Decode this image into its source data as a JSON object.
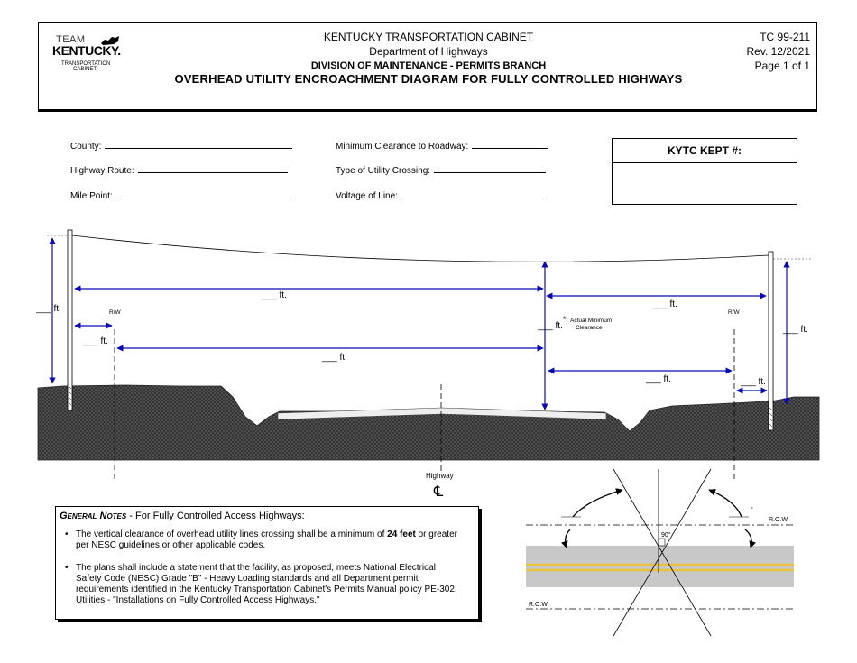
{
  "header": {
    "logo_team": "TEAM",
    "logo_kentucky": "KENTUCKY.",
    "logo_sub1": "TRANSPORTATION",
    "logo_sub2": "CABINET",
    "agency": "KENTUCKY TRANSPORTATION CABINET",
    "department": "Department of Highways",
    "division": "DIVISION OF MAINTENANCE - PERMITS BRANCH",
    "form_number": "TC 99-211",
    "revision": "Rev. 12/2021",
    "page": "Page 1 of 1",
    "title": "OVERHEAD UTILITY ENCROACHMENT DIAGRAM FOR FULLY CONTROLLED HIGHWAYS"
  },
  "fields": {
    "county": "County:",
    "highway_route": "Highway Route:",
    "mile_point": "Mile Point:",
    "min_clearance": "Minimum Clearance to Roadway:",
    "utility_crossing": "Type of Utility Crossing:",
    "voltage": "Voltage of Line:",
    "kept_label": "KYTC KEPT #:"
  },
  "diagram": {
    "ft_label": "ft.",
    "blank": "___",
    "rw_label": "R/W",
    "actual_min_line1": "Actual Minimum",
    "actual_min_line2": "Clearance",
    "asterisk": "*",
    "highway_label": "Highway",
    "centerline_symbol": "℄",
    "row_label": "R.O.W.",
    "angle_90": "90°",
    "degree": "°"
  },
  "notes": {
    "title_bold": "General Notes",
    "title_rest": " - For Fully Controlled Access Highways:",
    "note1_a": "The vertical clearance of overhead utility lines crossing shall be a minimum of ",
    "note1_bold": "24 feet",
    "note1_b": " or greater per NESC guidelines or other applicable codes.",
    "note2": "The plans shall include a statement that the facility, as proposed, meets National Electrical Safety Code (NESC) Grade \"B\" - Heavy Loading standards and all Department permit requirements identified in the Kentucky Transportation Cabinet's Permits Manual policy PE-302, Utilities - \"Installations on Fully Controlled Access Highways.\""
  },
  "colors": {
    "dimension_blue": "#0a0ab4",
    "ground_gray": "#4a4a4a",
    "road_gray": "#c8c8c8",
    "stripe_yellow": "#e8c23a"
  }
}
